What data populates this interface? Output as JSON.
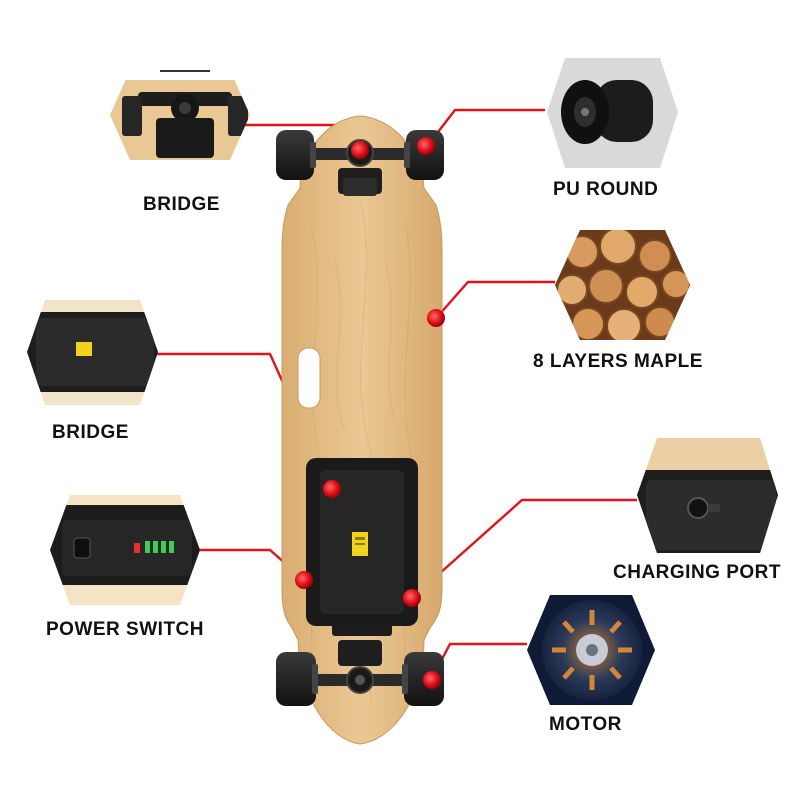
{
  "labels": {
    "bridge_top": "BRIDGE",
    "pu_round": "PU ROUND",
    "maple": "8 LAYERS MAPLE",
    "bridge_mid": "BRIDGE",
    "charging_port": "CHARGING PORT",
    "power_switch": "POWER SWITCH",
    "motor": "MOTOR"
  },
  "colors": {
    "callout_line": "#e0141e",
    "deck_wood": "#e8c593",
    "grip_black": "#1c1c1c",
    "battery_label": "#f2d21a"
  },
  "icons": {
    "bridge_top": "truck-mount-icon",
    "pu_round": "wheel-icon",
    "maple": "log-stack-icon",
    "bridge_mid": "battery-case-icon",
    "charging_port": "charging-port-icon",
    "power_switch": "power-switch-icon",
    "motor": "motor-icon"
  }
}
